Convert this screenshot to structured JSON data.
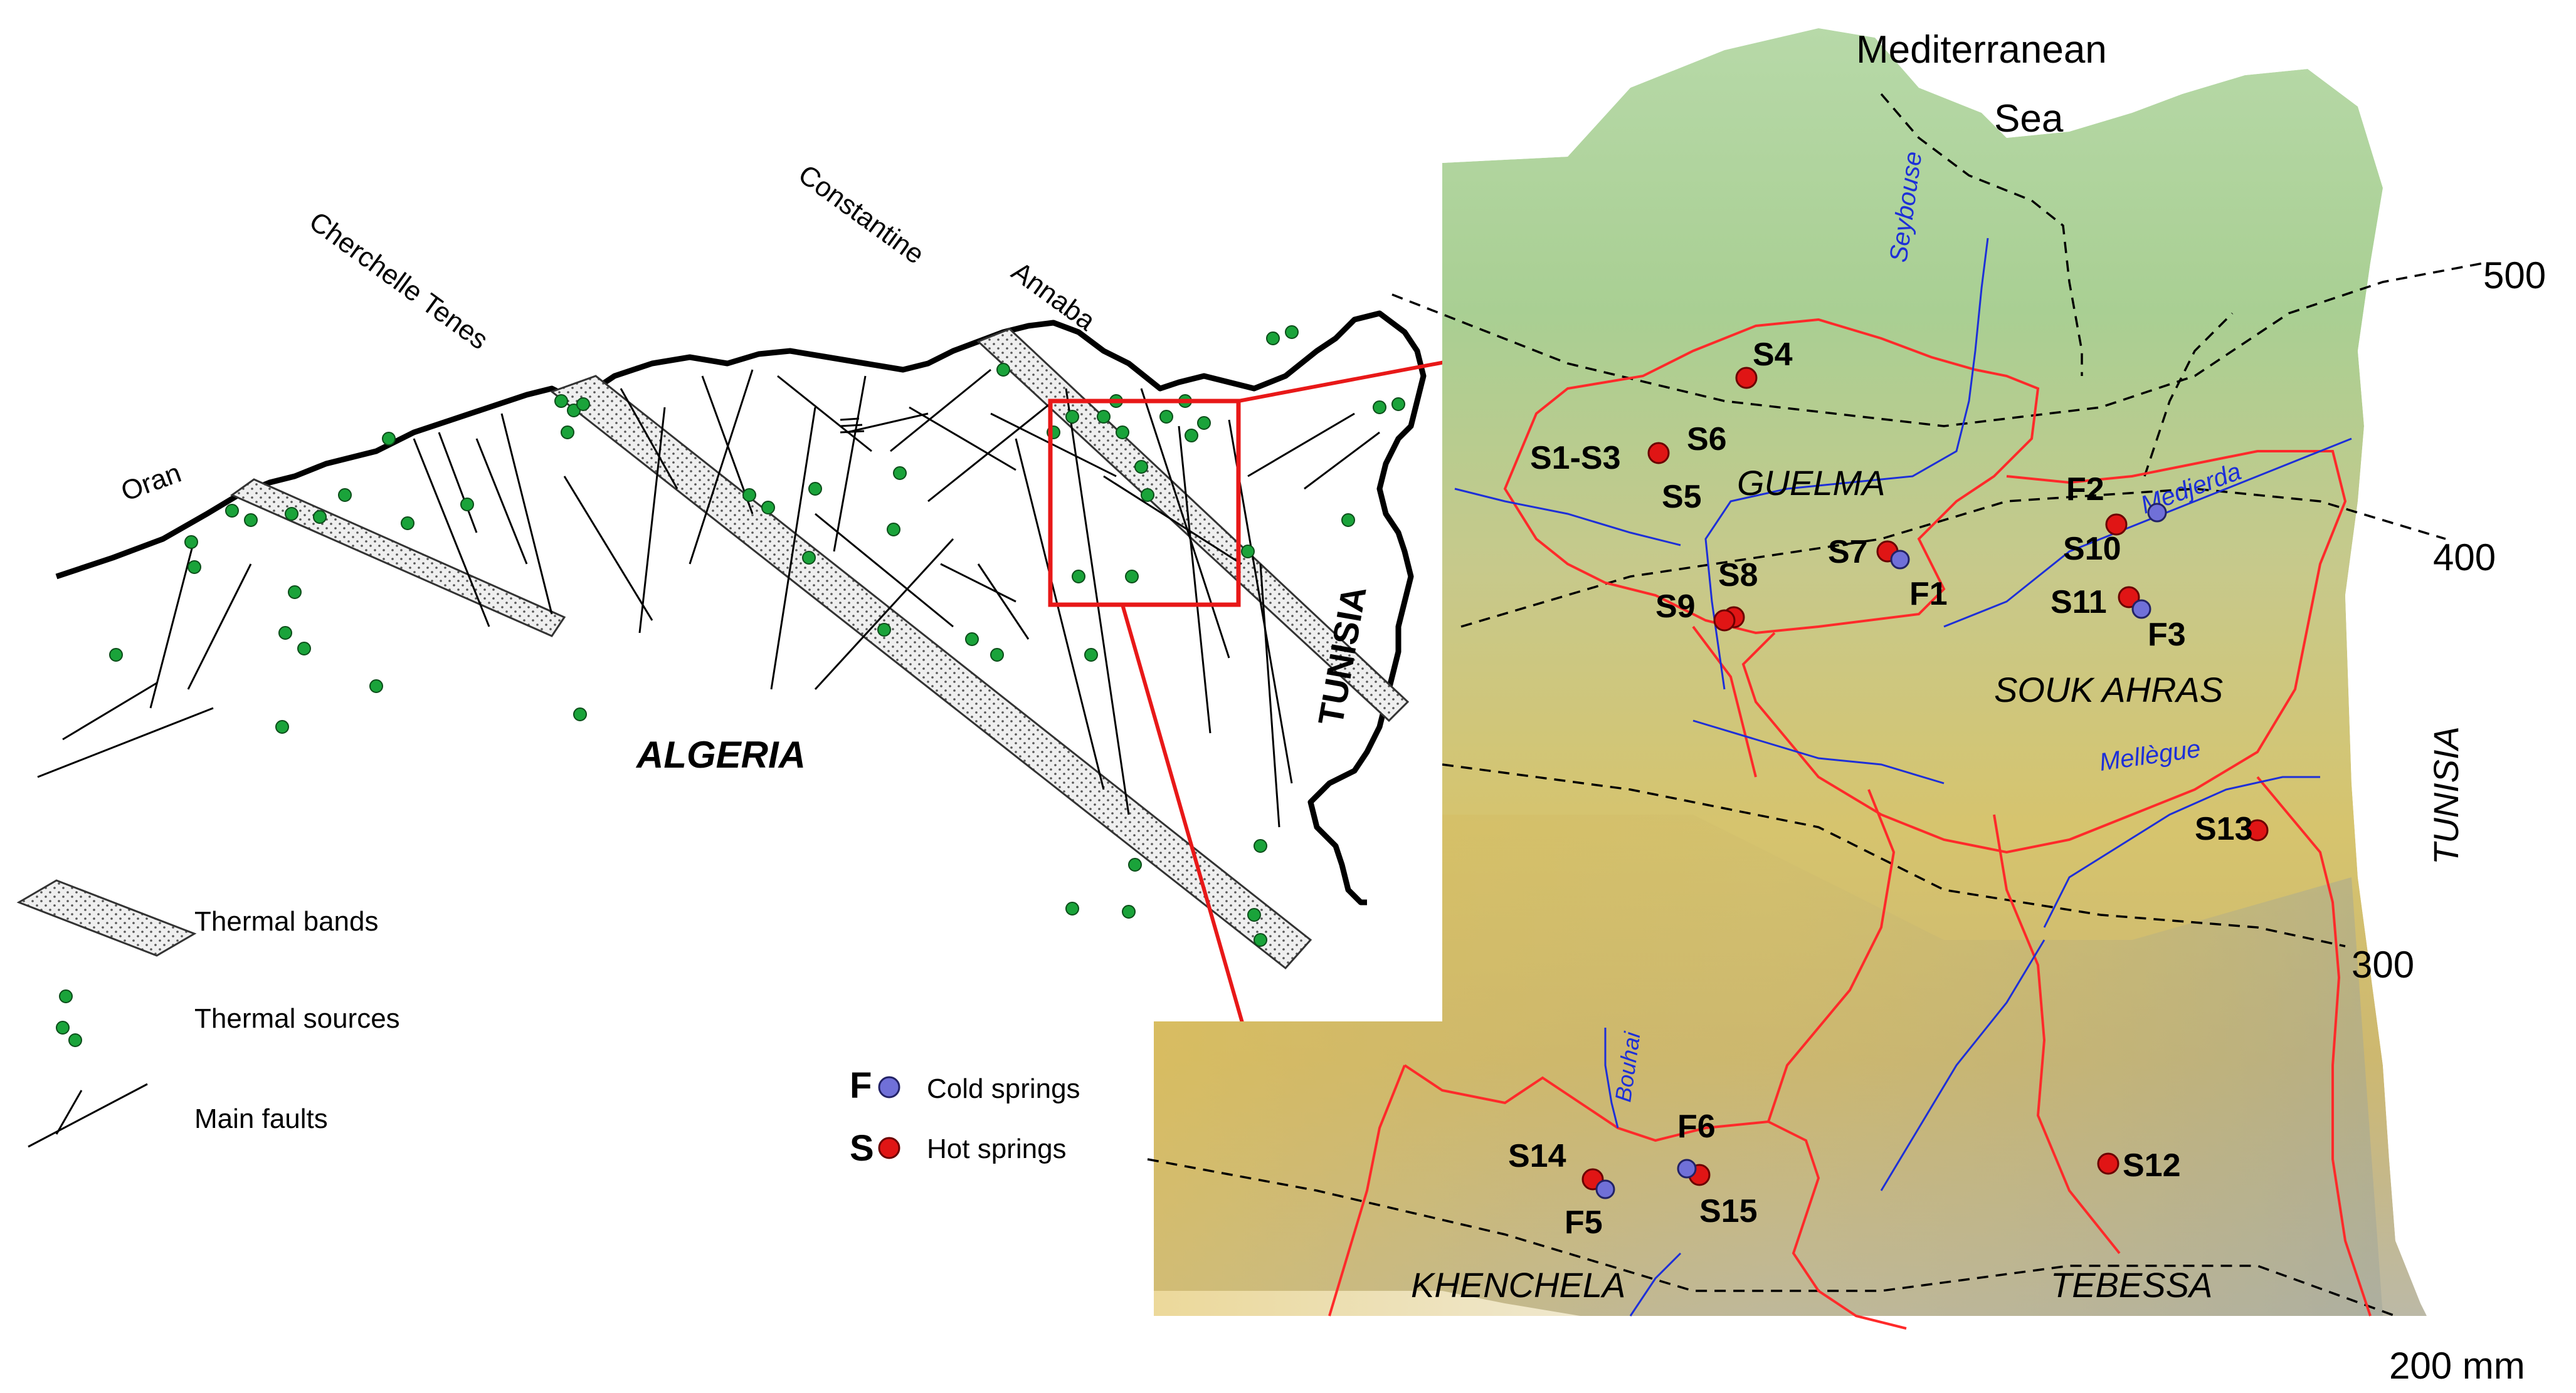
{
  "left_map": {
    "country": "ALGERIA",
    "neighbor": "TUNISIA",
    "cities": [
      "Oran",
      "Cherchelle Tenes",
      "Constantine",
      "Annaba"
    ],
    "legend": {
      "thermal_bands": "Thermal bands",
      "thermal_sources": "Thermal sources",
      "main_faults": "Main faults"
    }
  },
  "spring_legend": {
    "cold_prefix": "F",
    "cold_label": "Cold springs",
    "hot_prefix": "S",
    "hot_label": "Hot springs"
  },
  "right_map": {
    "sea": [
      "Mediterranean",
      "Sea"
    ],
    "regions": [
      "GUELMA",
      "SOUK AHRAS",
      "KHENCHELA",
      "TEBESSA"
    ],
    "country": "TUNISIA",
    "rivers": [
      "Seybouse",
      "Medjerda",
      "Mellègue",
      "Bouhai"
    ],
    "isohyets": [
      "500",
      "400",
      "300",
      "200 mm"
    ],
    "hot_springs": [
      "S1-S3",
      "S4",
      "S5",
      "S6",
      "S7",
      "S8",
      "S9",
      "S10",
      "S11",
      "S12",
      "S13",
      "S14",
      "S15"
    ],
    "cold_springs": [
      "F1",
      "F2",
      "F3",
      "F5",
      "F6"
    ]
  },
  "colors": {
    "hot_spring": "#e01515",
    "cold_spring": "#7070d8",
    "thermal_source": "#1aa33a",
    "boundary": "#ff2a2a",
    "river": "#1d2fd8",
    "highlight_box": "#e81818"
  }
}
